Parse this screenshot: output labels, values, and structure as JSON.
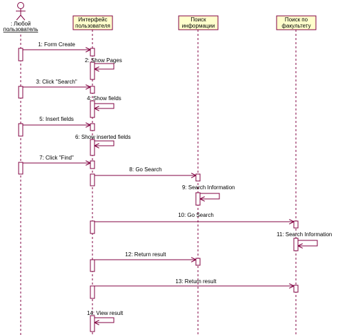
{
  "actor": {
    "line1": ": Любой",
    "line2": "пользователь"
  },
  "lifelines": [
    {
      "line1": "Интерфейс",
      "line2": "пользователя"
    },
    {
      "line1": "Поиск",
      "line2": "информации"
    },
    {
      "line1": "Поиск по",
      "line2": "факультету"
    }
  ],
  "messages": [
    {
      "label": "1: Form Create"
    },
    {
      "label": "2: Show Pages"
    },
    {
      "label": "3: Click \"Search\""
    },
    {
      "label": "4: Show fields"
    },
    {
      "label": "5: Insert fields"
    },
    {
      "label": "6: Show inserted fields"
    },
    {
      "label": "7: Click \"Find\""
    },
    {
      "label": "8: Go Search"
    },
    {
      "label": "9: Search Information"
    },
    {
      "label": "10: Go Search"
    },
    {
      "label": "11: Search Information"
    },
    {
      "label": "12: Return result"
    },
    {
      "label": "13: Return result"
    },
    {
      "label": "14: View result"
    }
  ],
  "colors": {
    "line": "#800040",
    "box_fill": "#ffffcc",
    "box_border": "#800040",
    "activation_fill": "#ffffff"
  }
}
